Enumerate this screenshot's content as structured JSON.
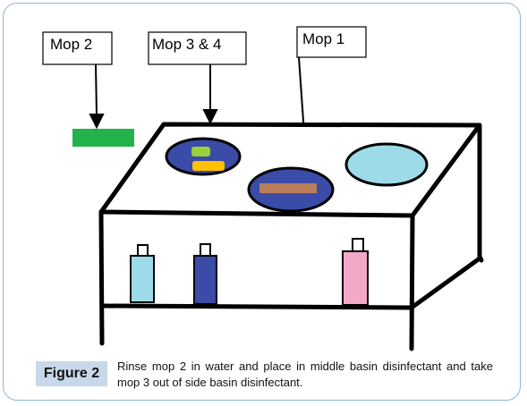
{
  "labels": {
    "mop2": "Mop 2",
    "mop34": "Mop 3 & 4",
    "mop1": "Mop 1"
  },
  "caption": {
    "label": "Figure 2",
    "text": "Rinse mop 2 in water and place in middle basin disinfectant and take mop 3 out of side basin disinfectant."
  },
  "colors": {
    "mop2": "#24b24b",
    "mop3_top": "#9ad03a",
    "mop4": "#ffc000",
    "mop1": "#b97f5b",
    "basin_left": "#3a4ba8",
    "basin_middle": "#3a4ba8",
    "basin_right": "#9ddbe8",
    "bottle_light_blue": "#9ddbe8",
    "bottle_dark_blue": "#3a4ba8",
    "bottle_pink": "#f3a8c8",
    "caption_label_bg": "#c7d8ea",
    "frame_border": "#8fb6d8"
  }
}
